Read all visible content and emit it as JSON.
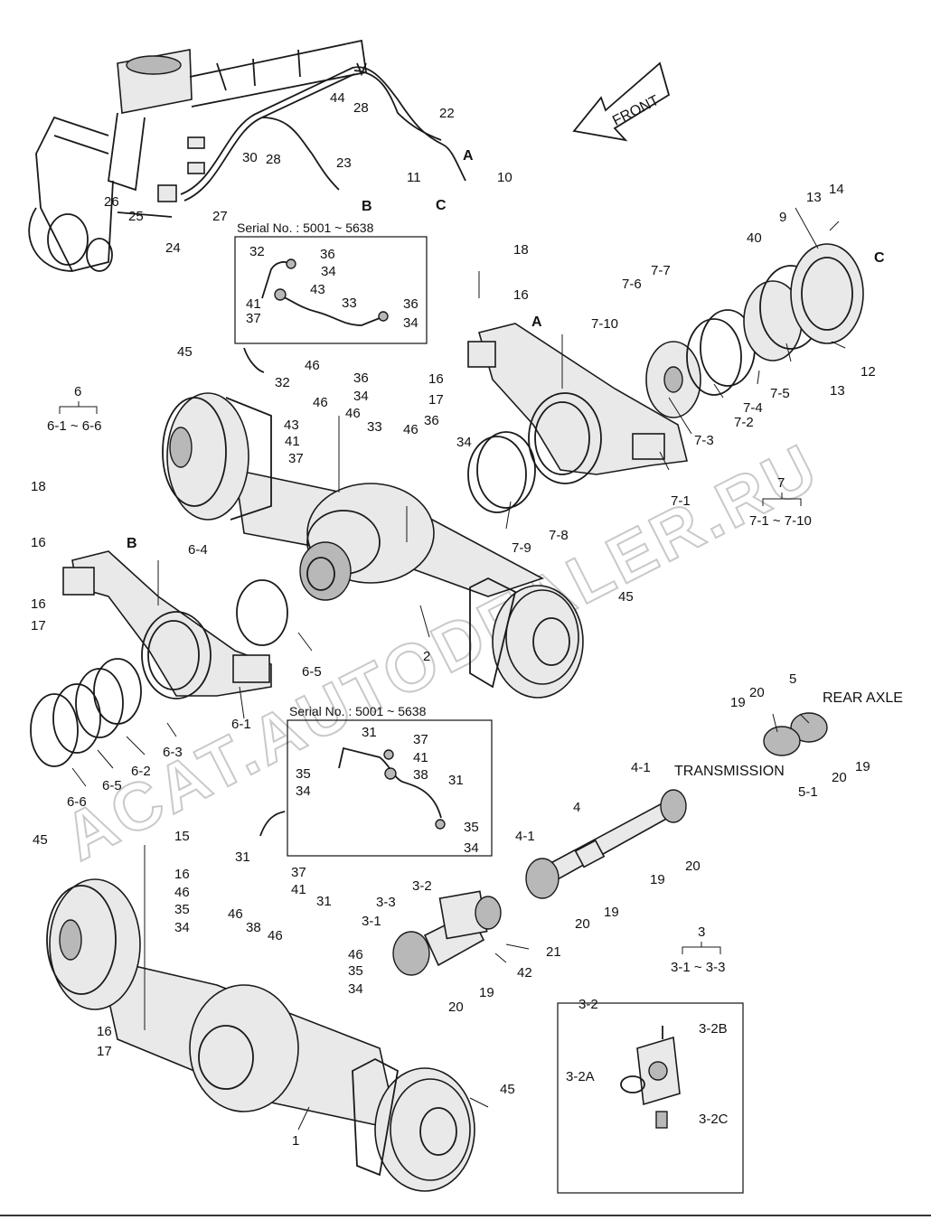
{
  "texts": {
    "front": "FRONT",
    "rear_axle": "REAR AXLE",
    "transmission": "TRANSMISSION",
    "serial_note_1": "Serial No. : 5001 ~ 5638",
    "serial_note_2": "Serial No. : 5001 ~ 5638",
    "watermark": "ACAT.AUTODEALER.RU"
  },
  "groups": {
    "g6": {
      "num": "6",
      "range": "6-1 ~ 6-6"
    },
    "g7": {
      "num": "7",
      "range": "7-1 ~ 7-10"
    },
    "g3": {
      "num": "3",
      "range": "3-1 ~ 3-3"
    }
  },
  "detail_box": {
    "title": "3-2",
    "labels": [
      "3-2B",
      "3-2A",
      "3-2C"
    ]
  },
  "callouts": {
    "c44": "44",
    "c28a": "28",
    "c22": "22",
    "cA1": "A",
    "c11": "11",
    "c10": "10",
    "cC1": "C",
    "c30": "30",
    "c28b": "28",
    "c23": "23",
    "cB1": "B",
    "c26": "26",
    "c25": "25",
    "c27": "27",
    "c24": "24",
    "s32": "32",
    "s36a": "36",
    "s34a": "34",
    "s43": "43",
    "s41": "41",
    "s37": "37",
    "s33": "33",
    "s36b": "36",
    "s34b": "34",
    "c18a": "18",
    "c16a": "16",
    "cA2": "A",
    "c7_10": "7-10",
    "c7_6": "7-6",
    "c7_7": "7-7",
    "c14": "14",
    "c13a": "13",
    "c9": "9",
    "c40": "40",
    "cC2": "C",
    "c12": "12",
    "c13b": "13",
    "c7_5": "7-5",
    "c7_4": "7-4",
    "c7_2": "7-2",
    "c7_3": "7-3",
    "c7_1": "7-1",
    "c16b": "16",
    "c17a": "17",
    "c45a": "45",
    "c32": "32",
    "c46a": "46",
    "c36a": "36",
    "c46b": "46",
    "c34a": "34",
    "c43": "43",
    "c46c": "46",
    "c41": "41",
    "c33": "33",
    "c46d": "46",
    "c36b": "36",
    "c37": "37",
    "c34b": "34",
    "c18b": "18",
    "c16c": "16",
    "cB2": "B",
    "c6_4": "6-4",
    "c16d": "16",
    "c17b": "17",
    "c7_9": "7-9",
    "c7_8": "7-8",
    "c45b": "45",
    "c2": "2",
    "c6_5": "6-5",
    "c6_1": "6-1",
    "c6_3": "6-3",
    "c6_2": "6-2",
    "c6_5b": "6-5",
    "c6_6": "6-6",
    "c19a": "19",
    "c20a": "20",
    "c5": "5",
    "c20b": "20",
    "c19b": "19",
    "c5_1": "5-1",
    "t31a": "31",
    "t37": "37",
    "t41": "41",
    "t35a": "35",
    "t38": "38",
    "t34a": "34",
    "t31b": "31",
    "t35b": "35",
    "t34b": "34",
    "c4_1a": "4-1",
    "c4": "4",
    "c19c": "19",
    "c20c": "20",
    "c45c": "45",
    "c15": "15",
    "c16e": "16",
    "c31a": "31",
    "c46e": "46",
    "c37b": "37",
    "c35a": "35",
    "c41b": "41",
    "c34c": "34",
    "c46f": "46",
    "c38": "38",
    "c46g": "46",
    "c31b": "31",
    "c4_1b": "4-1",
    "c19d": "19",
    "c20d": "20",
    "c3_2": "3-2",
    "c3_3": "3-3",
    "c3_1": "3-1",
    "c21": "21",
    "c42": "42",
    "c19e": "19",
    "c20e": "20",
    "c46h": "46",
    "c35b": "35",
    "c34d": "34",
    "c16f": "16",
    "c17c": "17",
    "c1": "1",
    "c45d": "45"
  }
}
